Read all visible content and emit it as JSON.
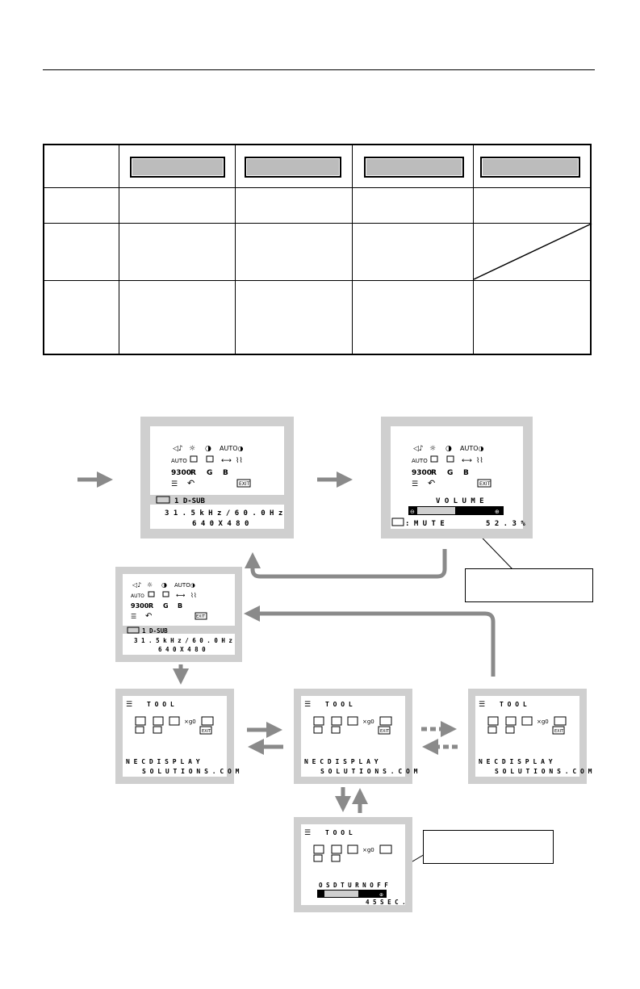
{
  "screens": {
    "main_input": {
      "line1": "1  D-SUB",
      "line2": "3 1 . 5 k H z /  6 0 . 0 H z",
      "line3": "6 4 0 X 4 8 0"
    },
    "volume": {
      "title": "V O L U M E",
      "mute": ": M U T E",
      "value": "5 2 . 3 %"
    },
    "main_input_small": {
      "line1": "1  D-SUB",
      "line2": "3 1 . 5 k H z /  6 0 . 0 H z",
      "line3": "6 4 0 X 4 8 0"
    },
    "tool_1": {
      "title": "T O O L",
      "site1": "N E C D I S P L A Y",
      "site2": "S O L U T I O N S . C O M"
    },
    "tool_2": {
      "title": "T O O L",
      "site1": "N E C D I S P L A Y",
      "site2": "S O L U T I O N S . C O M"
    },
    "tool_3": {
      "title": "T O O L",
      "site1": "N E C D I S P L A Y",
      "site2": "S O L U T I O N S . C O M"
    },
    "tool_osd": {
      "title": "T O O L",
      "osd": "O S D   T U R N   O F F",
      "seconds": "4 5 S E C ."
    }
  },
  "icons": {
    "color_preset": "9300",
    "r": "R",
    "g": "G",
    "b": "B",
    "exit": "EXIT",
    "auto": "AUTO",
    "reset": "RESET"
  }
}
